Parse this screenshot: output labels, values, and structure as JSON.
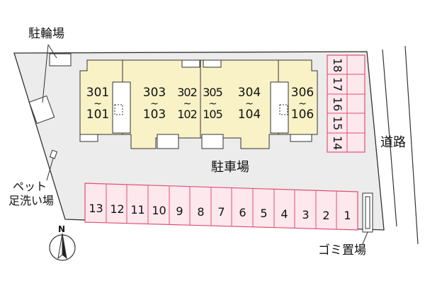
{
  "labels": {
    "bicycle_parking": "駐輪場",
    "parking_lot": "駐車場",
    "road": "道路",
    "pet_wash_line1": "ペット",
    "pet_wash_line2": "足洗い場",
    "garbage": "ゴミ置場",
    "north": "N"
  },
  "units": [
    {
      "upper": "301",
      "sep": "~",
      "lower": "101"
    },
    {
      "upper": "303",
      "sep": "~",
      "lower": "103"
    },
    {
      "upper": "302",
      "sep": "~",
      "lower": "102"
    },
    {
      "upper": "305",
      "sep": "~",
      "lower": "105"
    },
    {
      "upper": "304",
      "sep": "~",
      "lower": "104"
    },
    {
      "upper": "306",
      "sep": "~",
      "lower": "106"
    }
  ],
  "parking_bottom": [
    "13",
    "12",
    "11",
    "10",
    "9",
    "8",
    "7",
    "6",
    "5",
    "4",
    "3",
    "2",
    "1"
  ],
  "parking_right": [
    "18",
    "17",
    "16",
    "15",
    "14"
  ],
  "colors": {
    "lot": "#ececec",
    "building": "#f8f2c6",
    "parking_fill": "#fde8ee",
    "parking_stroke": "#e05070"
  }
}
